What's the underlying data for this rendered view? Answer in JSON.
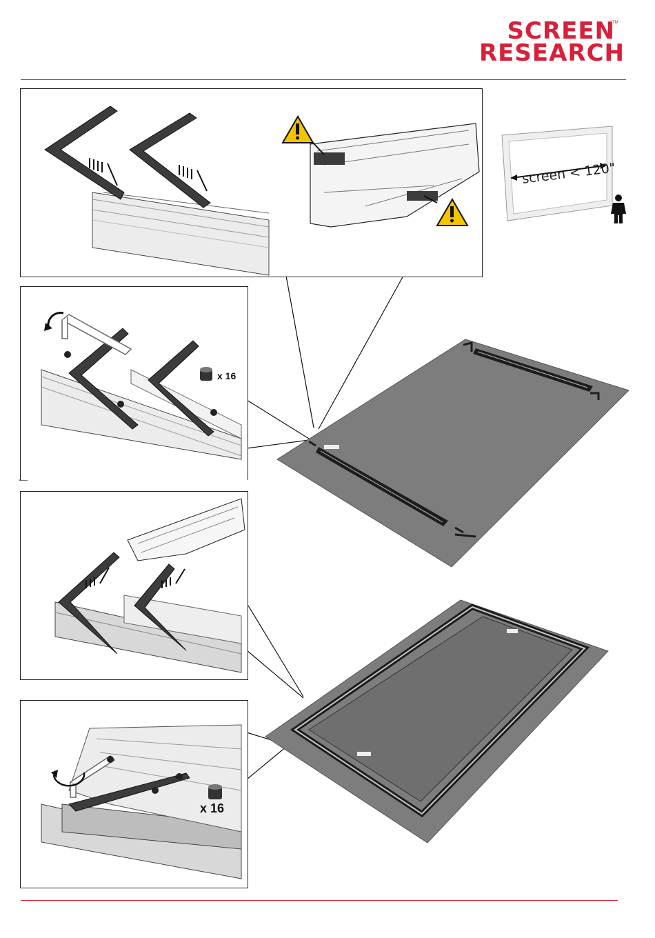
{
  "brand": {
    "line1": "SCREEN",
    "line2": "RESEARCH",
    "tm": "TM",
    "color": "#d7203a"
  },
  "callout": {
    "screen_size": "screen < 120\""
  },
  "quantities": {
    "step2": "x 16",
    "step4": "x 16"
  },
  "icons": [
    "warning-icon",
    "warning-icon",
    "person-icon",
    "hex-key-icon",
    "screw-icon"
  ]
}
